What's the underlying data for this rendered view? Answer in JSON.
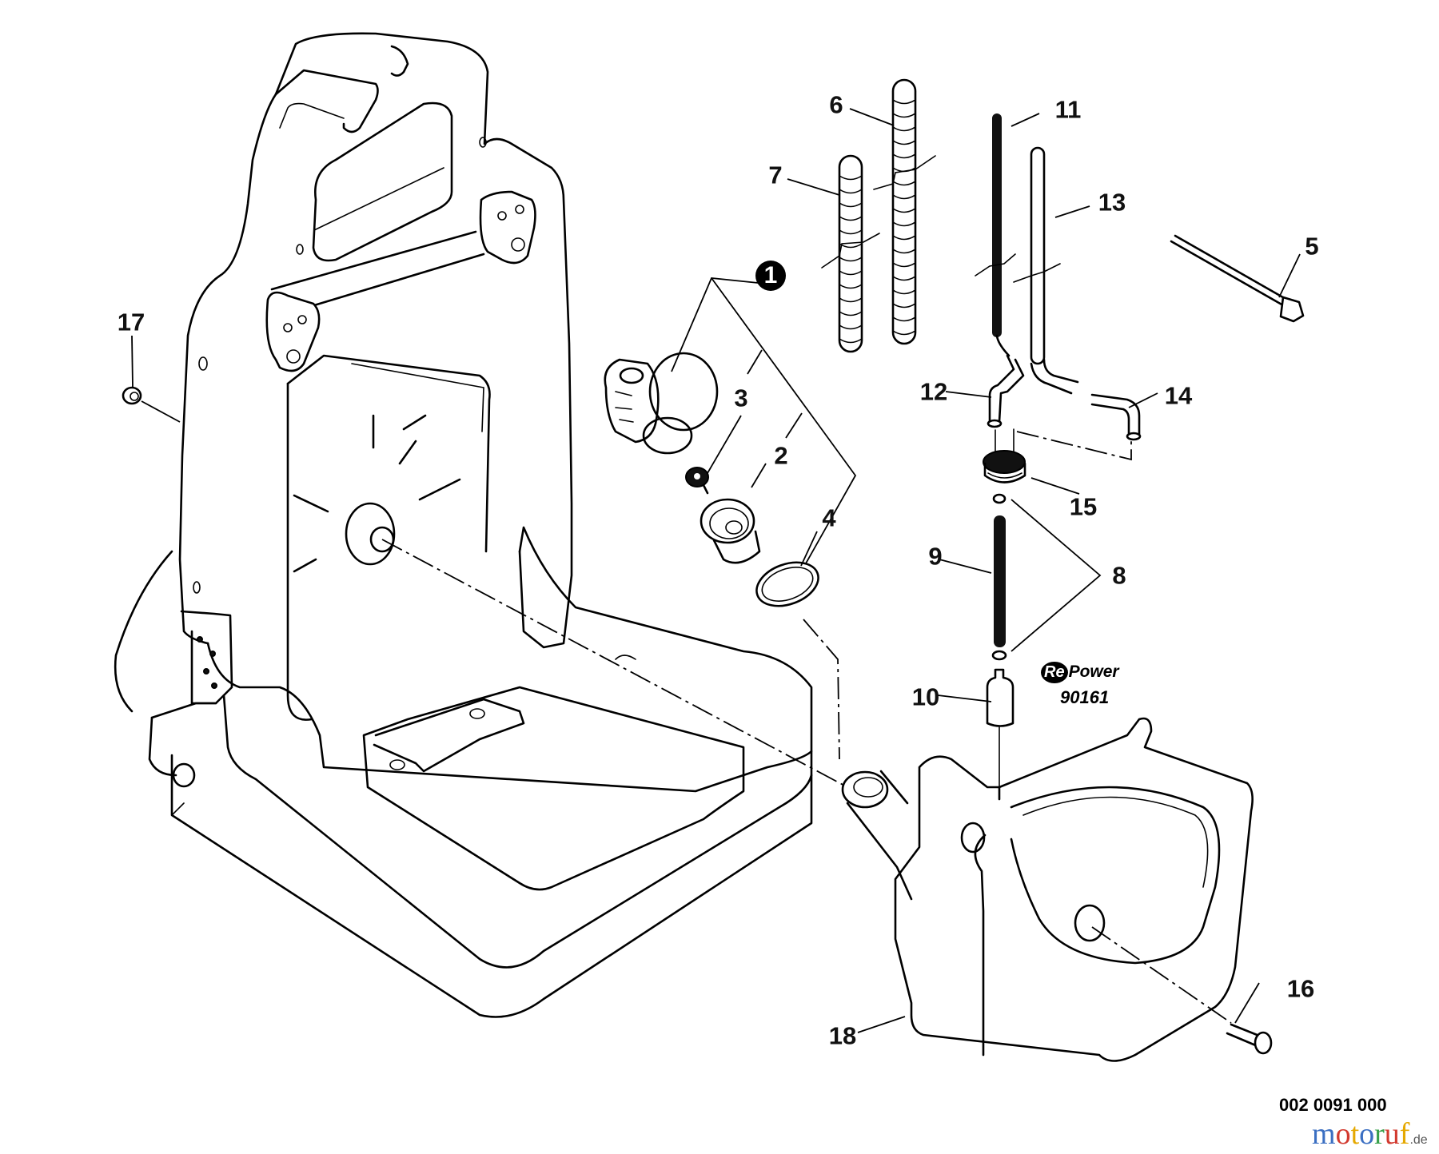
{
  "diagram": {
    "title": "Backpack frame and fuel tank parts diagram",
    "kit_callout": "1",
    "callouts": [
      {
        "id": "2",
        "part": "fuel-cap-vent-cup"
      },
      {
        "id": "3",
        "part": "vent-valve"
      },
      {
        "id": "4",
        "part": "cap-retaining-ring"
      },
      {
        "id": "5",
        "part": "cable-tie"
      },
      {
        "id": "6",
        "part": "spiral-wrap-long"
      },
      {
        "id": "7",
        "part": "spiral-wrap-short"
      },
      {
        "id": "8",
        "part": "o-ring"
      },
      {
        "id": "9",
        "part": "fuel-line"
      },
      {
        "id": "10",
        "part": "fuel-filter"
      },
      {
        "id": "11",
        "part": "fuel-line-black"
      },
      {
        "id": "12",
        "part": "elbow-fitting"
      },
      {
        "id": "13",
        "part": "return-line"
      },
      {
        "id": "14",
        "part": "elbow-fitting-return"
      },
      {
        "id": "15",
        "part": "grommet"
      },
      {
        "id": "16",
        "part": "screw"
      },
      {
        "id": "17",
        "part": "nut"
      },
      {
        "id": "18",
        "part": "fuel-tank"
      }
    ],
    "repower": {
      "brand_prefix": "Re",
      "brand_suffix": "Power",
      "code": "90161"
    },
    "document_number": "002 0091 000",
    "watermark": {
      "name": "motoruf",
      "tld": ".de",
      "colors": [
        "#3b6fc2",
        "#d23a2f",
        "#e5a800",
        "#3b6fc2",
        "#37a04a",
        "#d23a2f",
        "#e5a800"
      ]
    }
  }
}
